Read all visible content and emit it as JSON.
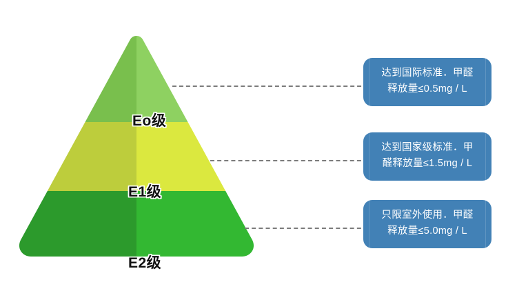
{
  "diagram": {
    "type": "pyramid-with-callouts",
    "title": "",
    "background_color": "#ffffff",
    "tiers": [
      {
        "id": "e0",
        "label": "Eo级",
        "fill_left": "#79bf4d",
        "fill_right": "#8ed161",
        "callout": {
          "line1": "达到国际标准．甲醛",
          "line2": "释放量≤0.5mg / L",
          "value": "0.5",
          "unit": "mg / L",
          "comparator": "≤",
          "color": "#4281b6"
        }
      },
      {
        "id": "e1",
        "label": "E1级",
        "fill_left": "#bdcd3c",
        "fill_right": "#dbe83f",
        "callout": {
          "line1": "达到国家级标准．甲",
          "line2": "醛释放量≤1.5mg / L",
          "value": "1.5",
          "unit": "mg / L",
          "comparator": "≤",
          "color": "#4281b6"
        }
      },
      {
        "id": "e2",
        "label": "E2级",
        "fill_left": "#2c9a2c",
        "fill_right": "#33b832",
        "callout": {
          "line1": "只限室外使用．甲醛",
          "line2": "释放量≤5.0mg / L",
          "value": "5.0",
          "unit": "mg / L",
          "comparator": "≤",
          "color": "#4281b6"
        }
      }
    ],
    "connector_color": "#7b7b7b",
    "label_text_color": "#111111",
    "label_outline_color": "#ffffff"
  }
}
